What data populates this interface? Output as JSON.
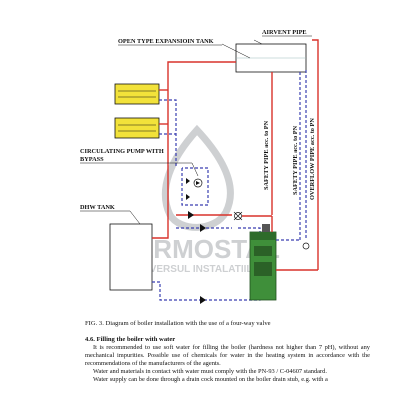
{
  "labels": {
    "expansion_tank": "OPEN TYPE EXPANSIOIN TANK",
    "airvent_pipe": "AIRVENT PIPE",
    "circulating_pump_line1": "CIRCULATING PUMP WITH",
    "circulating_pump_line2": "BYPASS",
    "dhw_tank": "DHW TANK",
    "safety_pipe_1": "SAFETY PIPE acc. to PN",
    "safety_pipe_2": "SAFETY PIPE acc. to PN",
    "overflow_pipe": "OVERFLOW PIPE acc. to PN"
  },
  "watermark": {
    "brand": "TERMOSTAL",
    "tagline": "UNIVERSUL INSTALATIILOR"
  },
  "caption": "FIG. 3. Diagram of boiler installation with the use of a four-way valve",
  "section": {
    "heading": "4.6. Filling the boiler with water",
    "paragraphs": [
      "It is recommended to use soft water for filling the boiler (hardness not higher than 7 pH), without any mechanical impurities. Possible use of chemicals for water in the heating system in accordance with the recommendations of the manufacturers of the agents.",
      "Water and materials in contact with water must comply with the PN-93 / C-04607 standard.",
      "Water supply can be done through a drain cock mounted on the boiler drain stub, e.g. with a"
    ]
  },
  "colors": {
    "supply_pipe": "#d9322b",
    "return_pipe": "#3a3fb0",
    "boiler": "#3f8f3a",
    "radiator": "#f2e23a",
    "watermark": "#c9cbce"
  }
}
